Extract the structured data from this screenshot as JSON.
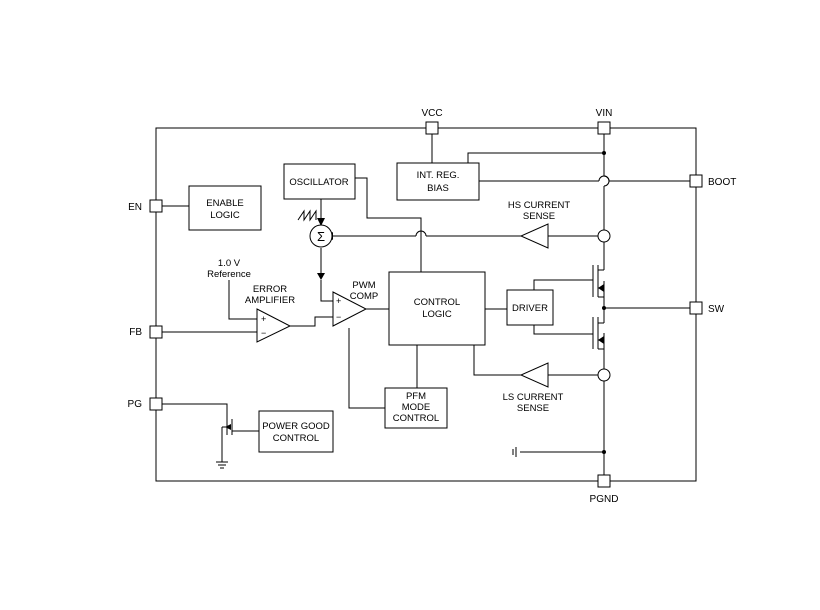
{
  "pins": {
    "vcc": "VCC",
    "vin": "VIN",
    "boot": "BOOT",
    "en": "EN",
    "sw": "SW",
    "fb": "FB",
    "pg": "PG",
    "pgnd": "PGND"
  },
  "blocks": {
    "enable_logic": [
      "ENABLE",
      "LOGIC"
    ],
    "oscillator": [
      "OSCILLATOR"
    ],
    "int_reg_bias": [
      "INT. REG.",
      "BIAS"
    ],
    "control_logic": [
      "CONTROL",
      "LOGIC"
    ],
    "driver": [
      "DRIVER"
    ],
    "pfm_mode_control": [
      "PFM",
      "MODE",
      "CONTROL"
    ],
    "power_good_control": [
      "POWER GOOD",
      "CONTROL"
    ]
  },
  "labels": {
    "reference": [
      "1.0 V",
      "Reference"
    ],
    "error_amplifier": [
      "ERROR",
      "AMPLIFIER"
    ],
    "pwm_comp": [
      "PWM",
      "COMP"
    ],
    "hs_current_sense": [
      "HS CURRENT",
      "SENSE"
    ],
    "ls_current_sense": [
      "LS CURRENT",
      "SENSE"
    ],
    "summer_symbol": "Σ",
    "plus": "+",
    "minus": "−"
  }
}
